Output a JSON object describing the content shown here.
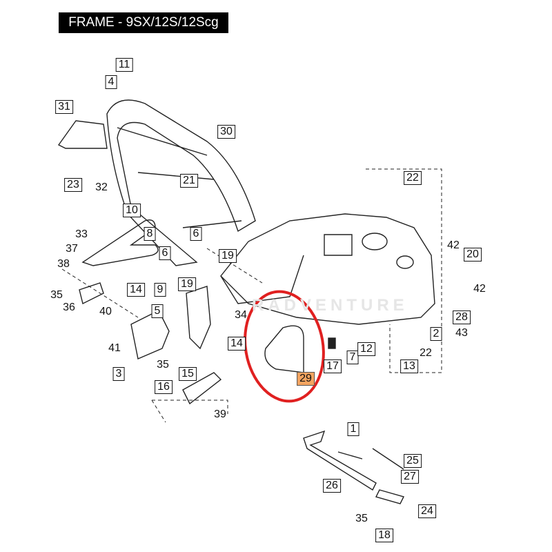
{
  "title": "FRAME - 9SX/12S/12Scg",
  "watermark": "RADVENTURE",
  "highlight_color": "#e02020",
  "highlighted_part": "29",
  "labels": [
    "11",
    "4",
    "31",
    "30",
    "23",
    "21",
    "32",
    "10",
    "33",
    "8",
    "37",
    "6",
    "38",
    "6",
    "19",
    "35",
    "36",
    "14",
    "9",
    "19",
    "40",
    "22",
    "42",
    "20",
    "42",
    "5",
    "34",
    "14",
    "41",
    "35",
    "3",
    "15",
    "16",
    "39",
    "29",
    "17",
    "7",
    "12",
    "13",
    "22",
    "2",
    "28",
    "43",
    "1",
    "25",
    "27",
    "26",
    "24",
    "35",
    "18"
  ]
}
